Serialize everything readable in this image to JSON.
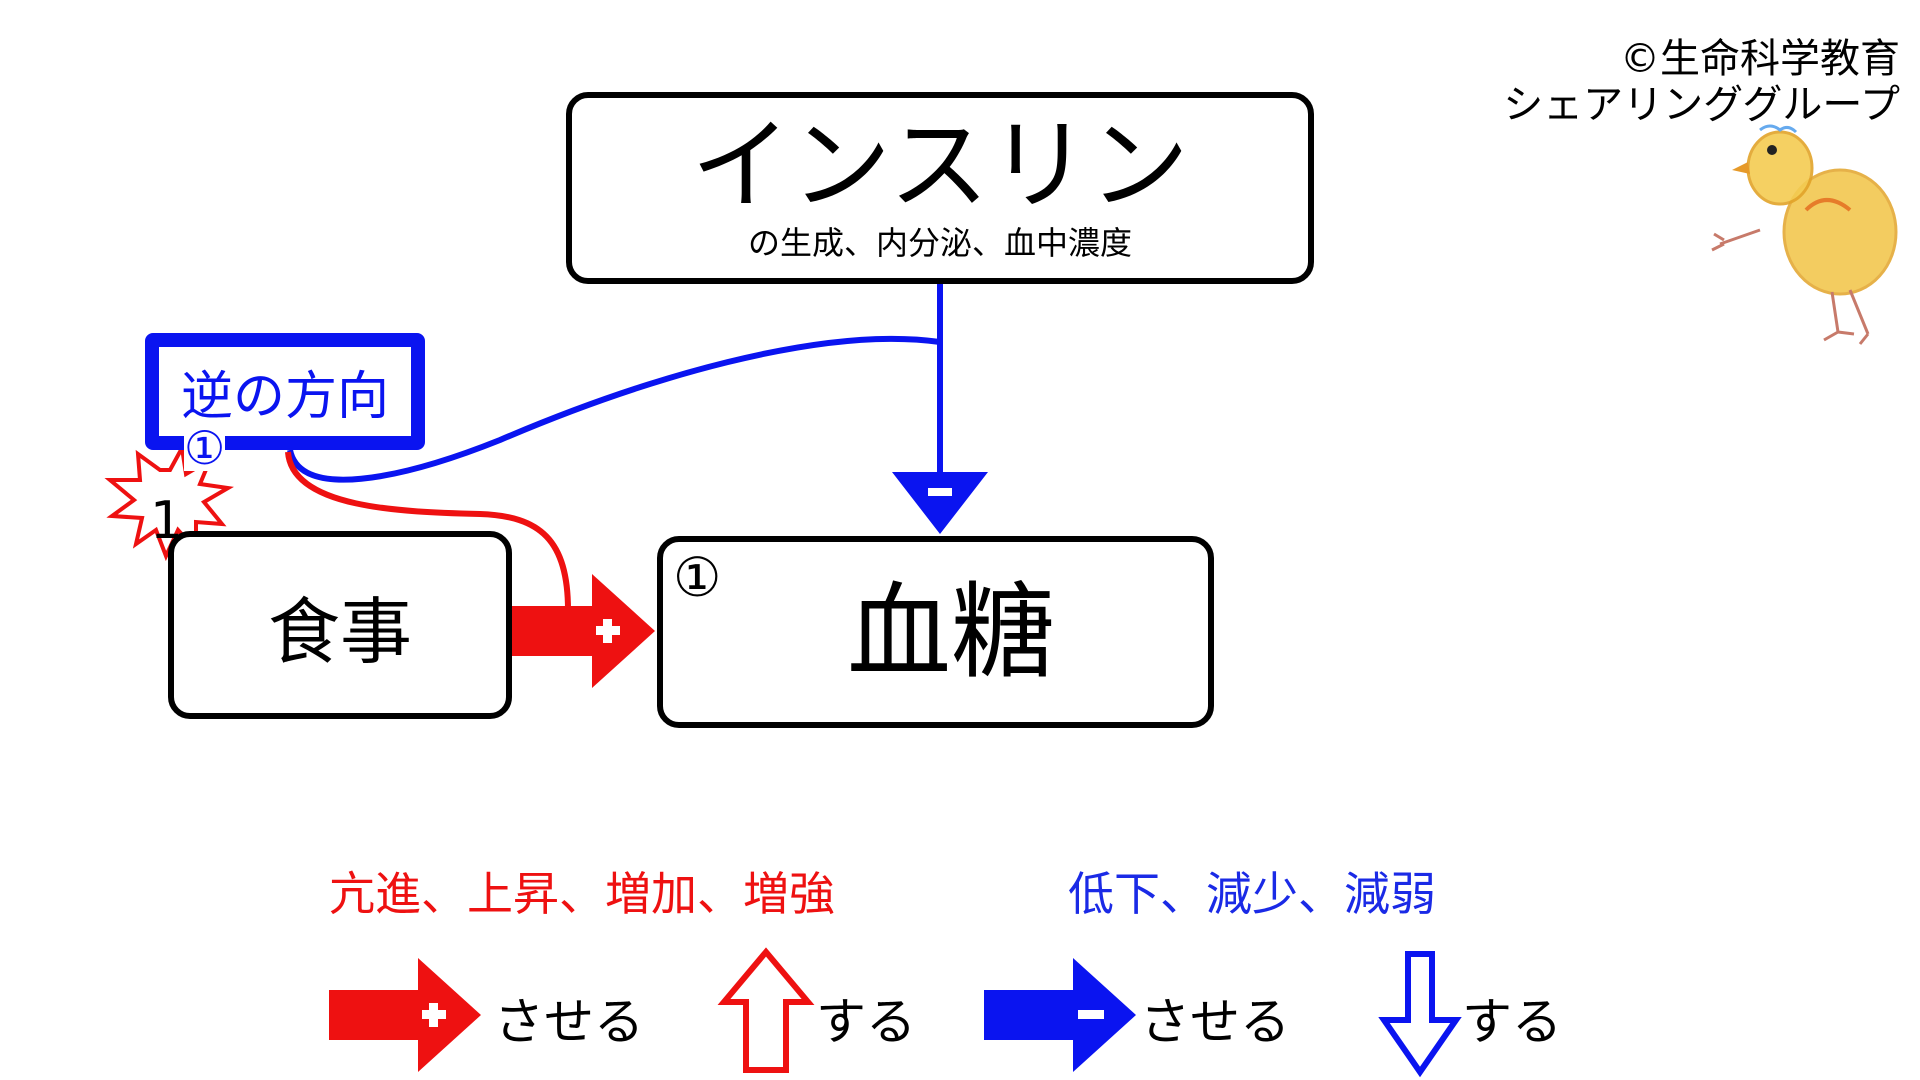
{
  "copyright": {
    "line1": "©生命科学教育",
    "line2": "シェアリンググループ"
  },
  "insulin": {
    "title": "インスリン",
    "subtitle": "の生成、内分泌、血中濃度"
  },
  "meal": {
    "label": "食事"
  },
  "blood_sugar": {
    "label": "血糖",
    "circled_number": "①"
  },
  "reverse": {
    "label": "逆の方向",
    "circled_number": "①"
  },
  "burst_number": "1",
  "legend": {
    "increase_words": "亢進、上昇、増加、増強",
    "decrease_words": "低下、減少、減弱",
    "cause_label_1": "させる",
    "do_label_1": "する",
    "cause_label_2": "させる",
    "do_label_2": "する"
  },
  "colors": {
    "red": "#ee1111",
    "blue": "#0a14f0",
    "black": "#000000",
    "chick_yellow": "#f2c445"
  }
}
